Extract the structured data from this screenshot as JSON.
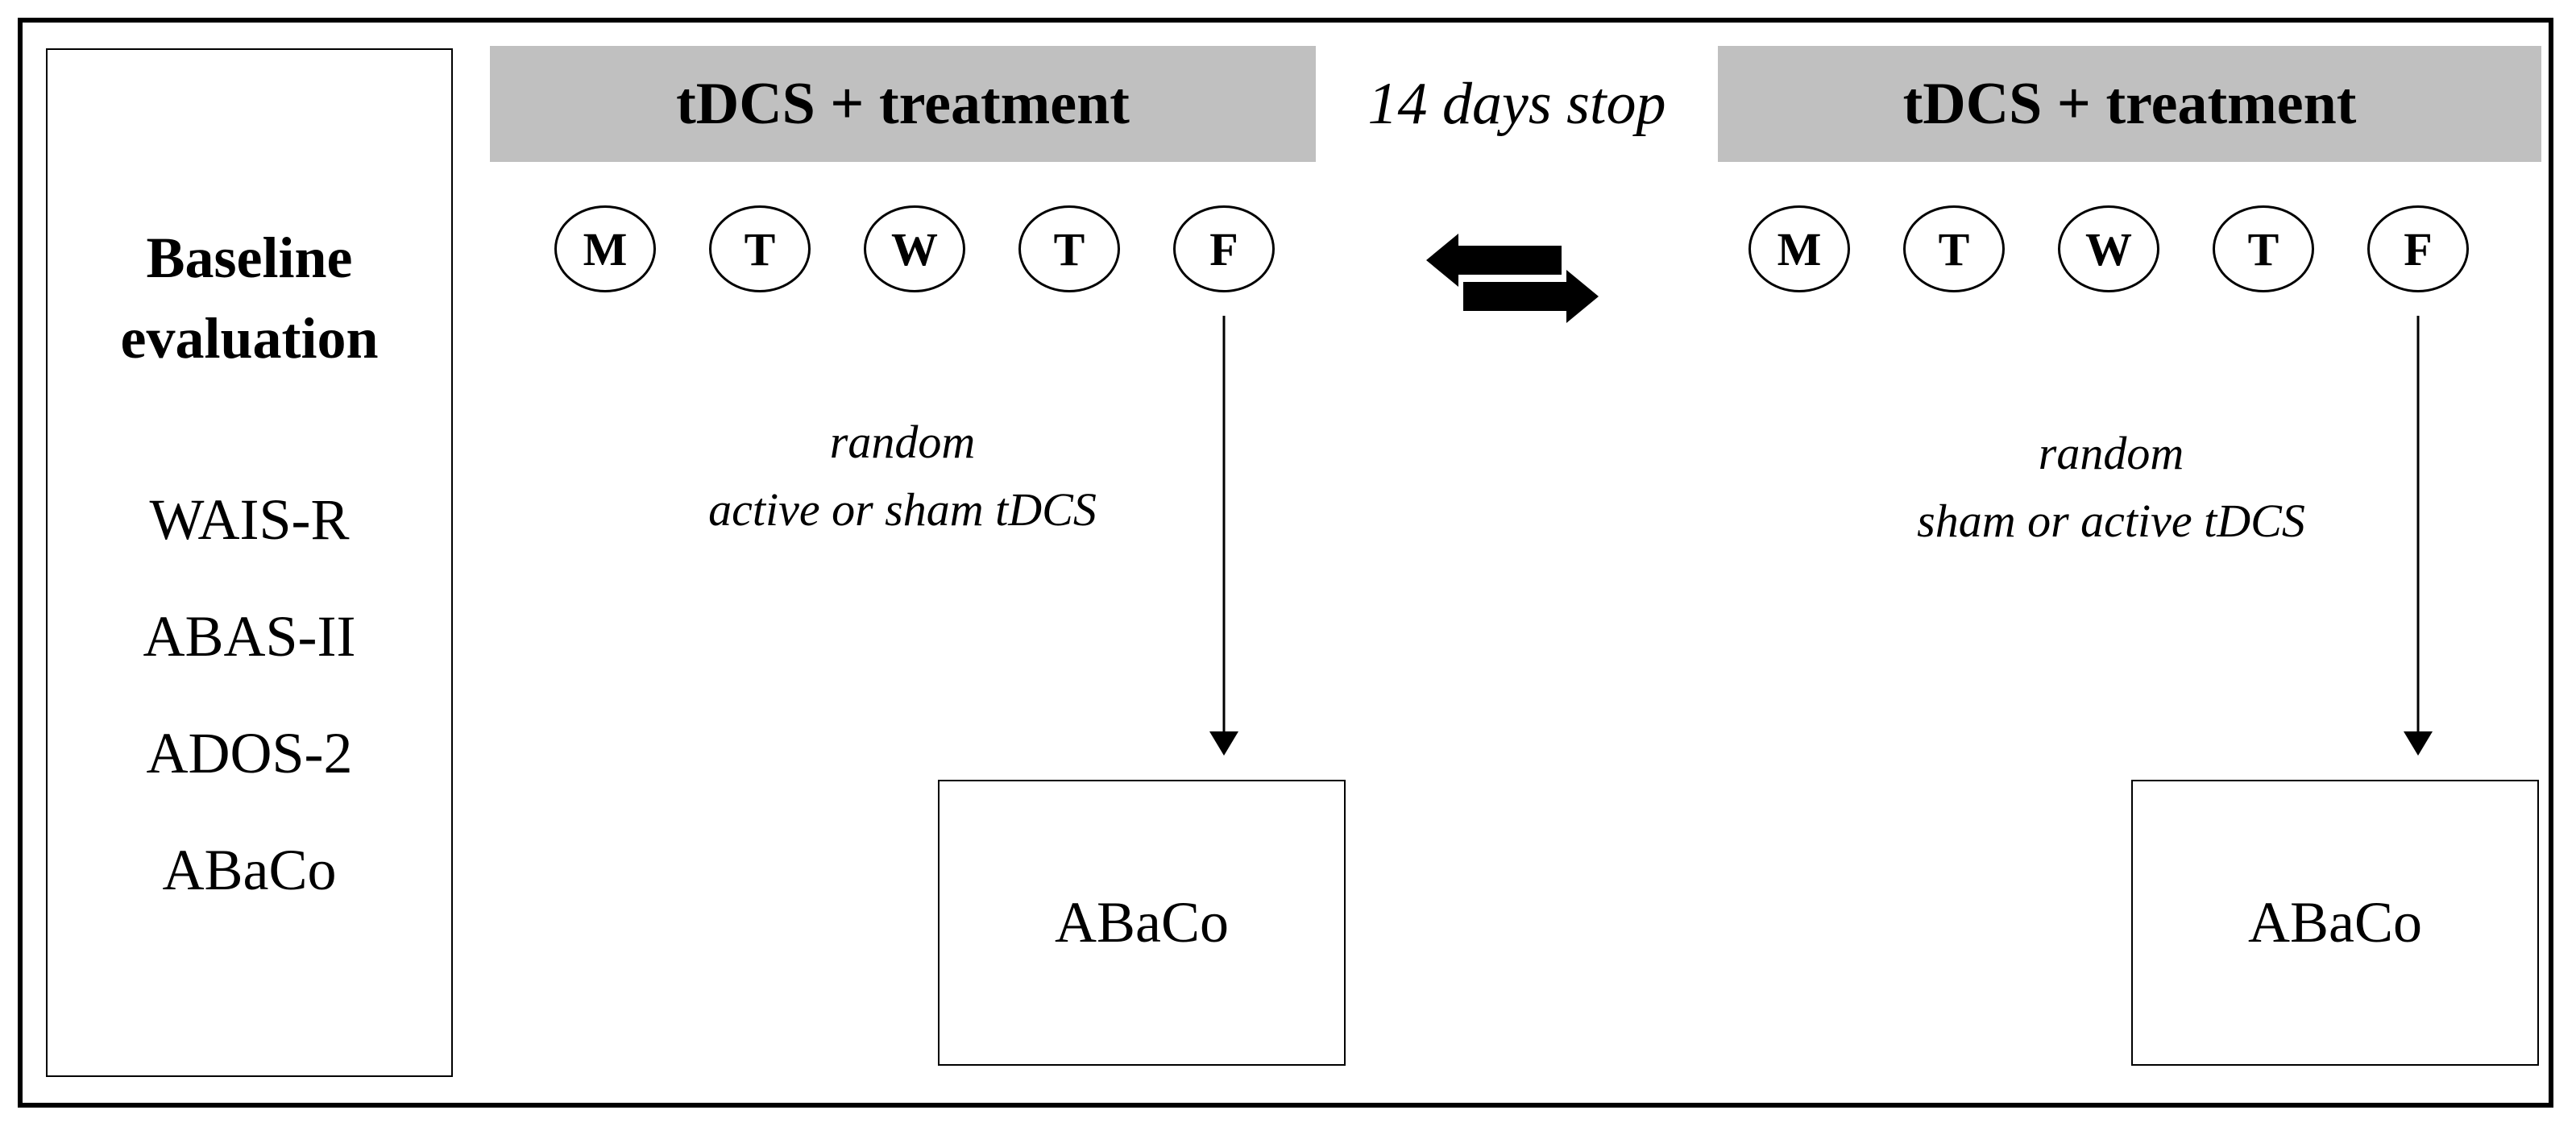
{
  "baseline": {
    "title_line1": "Baseline",
    "title_line2": "evaluation",
    "items": [
      "WAIS-R",
      "ABAS-II",
      "ADOS-2",
      "ABaCo"
    ]
  },
  "phase1": {
    "header": "tDCS + treatment",
    "days": [
      "M",
      "T",
      "W",
      "T",
      "F"
    ],
    "random_line1": "random",
    "random_line2": "active or sham tDCS",
    "result": "ABaCo"
  },
  "washout": {
    "label": "14 days stop"
  },
  "phase2": {
    "header": "tDCS + treatment",
    "days": [
      "M",
      "T",
      "W",
      "T",
      "F"
    ],
    "random_line1": "random",
    "random_line2": "sham or active tDCS",
    "result": "ABaCo"
  },
  "crossover_icon": "double-arrow-swap-icon"
}
